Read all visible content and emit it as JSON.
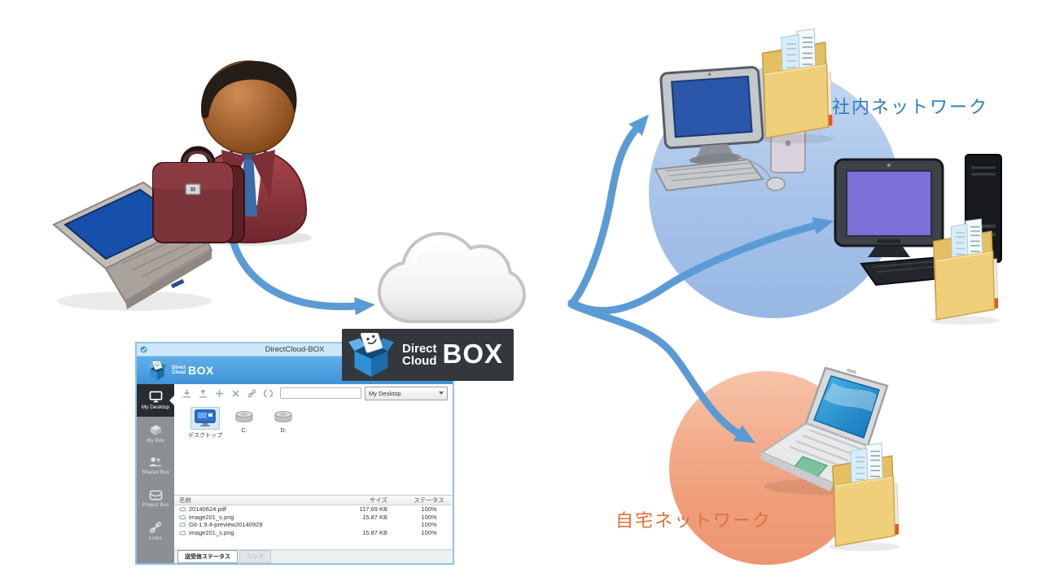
{
  "diagram": {
    "company_network_label": "社内ネットワーク",
    "home_network_label": "自宅ネットワーク",
    "colors": {
      "arrow_blue": "#5b9bd5",
      "company_circle": "#a5c2e9",
      "home_circle": "#f0a07c",
      "company_label_color": "#2e7cc3",
      "home_label_color": "#e0713a",
      "badge_background": "#34383c"
    },
    "icons": [
      "businessman",
      "briefcase",
      "laptop",
      "cloud",
      "desktop-pc",
      "desktop-pc-dark",
      "folder-documents",
      "home-laptop"
    ]
  },
  "logo_badge": {
    "brand_line1": "Direct",
    "brand_line2": "Cloud",
    "brand_box": "BOX"
  },
  "app_window": {
    "title": "DirectCloud-BOX",
    "header": {
      "brand_line1": "Direct",
      "brand_line2": "Cloud",
      "brand_box": "BOX"
    },
    "sidebar": {
      "items": [
        {
          "label": "My Desktop",
          "active": true
        },
        {
          "label": "My Box",
          "active": false
        },
        {
          "label": "Shared Box",
          "active": false
        },
        {
          "label": "Project Box",
          "active": false
        },
        {
          "label": "Links",
          "active": false
        }
      ]
    },
    "toolbar": {
      "search_value": "",
      "location_value": "My Desktop"
    },
    "places": [
      {
        "label": "デスクトップ"
      },
      {
        "label": "C:"
      },
      {
        "label": "D:"
      }
    ],
    "file_table": {
      "columns": [
        "名前",
        "サイズ",
        "ステータス"
      ],
      "rows": [
        {
          "name": "20140624.pdf",
          "size": "117.69 KB",
          "status": "100%"
        },
        {
          "name": "image201_s.png",
          "size": "15.87 KB",
          "status": "100%"
        },
        {
          "name": "Git-1.9.4-preview20140929",
          "size": "",
          "status": "100%"
        },
        {
          "name": "image201_s.png",
          "size": "15.87 KB",
          "status": "100%"
        }
      ]
    },
    "tabs": [
      {
        "label": "送受信ステータス"
      },
      {
        "label": "リンク"
      }
    ]
  }
}
